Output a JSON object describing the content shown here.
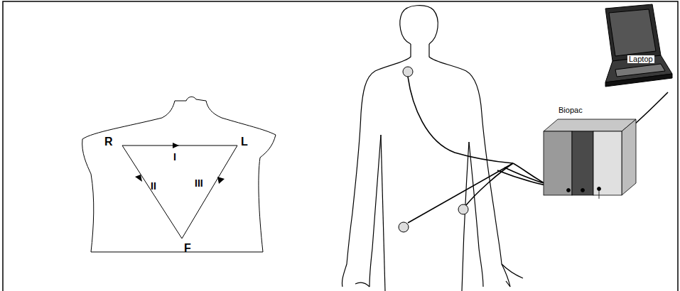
{
  "diagram": {
    "labels": [
      "R",
      "I",
      "L",
      "II",
      "III",
      "F",
      "Biopac",
      "Laptop"
    ]
  }
}
